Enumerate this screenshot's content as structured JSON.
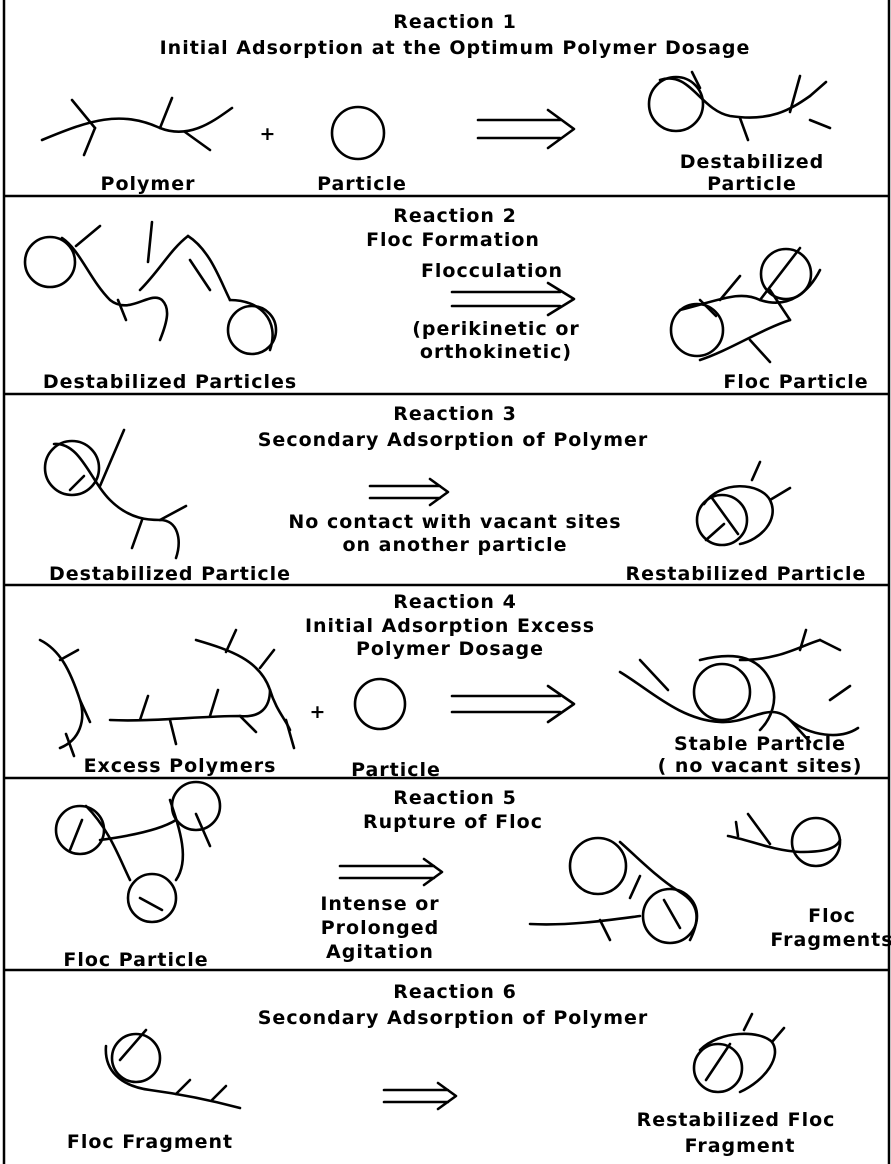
{
  "panels": [
    {
      "title": "Reaction 1",
      "subtitle": "Initial Adsorption at the Optimum Polymer Dosage",
      "labels": {
        "polymer": "Polymer",
        "plus": "+",
        "particle": "Particle",
        "result_line1": "Destabilized",
        "result_line2": "Particle"
      }
    },
    {
      "title": "Reaction 2",
      "subtitle": "Floc Formation",
      "labels": {
        "process": "Flocculation",
        "process_note1": "(perikinetic or",
        "process_note2": "orthokinetic)",
        "left": "Destabilized Particles",
        "result": "Floc Particle"
      }
    },
    {
      "title": "Reaction 3",
      "subtitle": "Secondary Adsorption of Polymer",
      "labels": {
        "note1": "No contact with vacant sites",
        "note2": "on another particle",
        "left": "Destabilized Particle",
        "result": "Restabilized Particle"
      }
    },
    {
      "title": "Reaction 4",
      "subtitle_line1": "Initial Adsorption Excess",
      "subtitle_line2": "Polymer Dosage",
      "labels": {
        "polymers": "Excess Polymers",
        "plus": "+",
        "particle": "Particle",
        "result_line1": "Stable Particle",
        "result_line2": "( no vacant sites)"
      }
    },
    {
      "title": "Reaction 5",
      "subtitle": "Rupture of Floc",
      "labels": {
        "agitation1": "Intense or",
        "agitation2": "Prolonged",
        "agitation3": "Agitation",
        "left": "Floc Particle",
        "result_line1": "Floc",
        "result_line2": "Fragments"
      }
    },
    {
      "title": "Reaction 6",
      "subtitle": "Secondary Adsorption of Polymer",
      "labels": {
        "left": "Floc Fragment",
        "result_line1": "Restabilized Floc",
        "result_line2": "Fragment"
      }
    }
  ]
}
